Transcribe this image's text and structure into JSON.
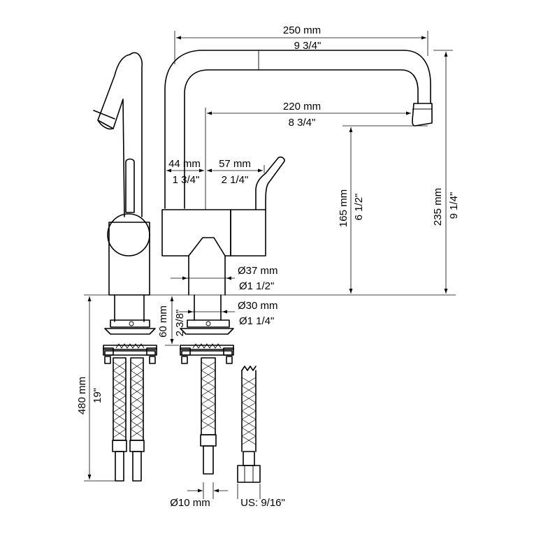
{
  "dimensions": {
    "total_length_mm": "250 mm",
    "total_length_in": "9 3/4\"",
    "reach_mm": "220 mm",
    "reach_in": "8 3/4\"",
    "offset_a_mm": "44 mm",
    "offset_a_in": "1 3/4\"",
    "offset_b_mm": "57 mm",
    "offset_b_in": "2 1/4\"",
    "spout_height_mm": "165 mm",
    "spout_height_in": "6 1/2\"",
    "total_height_mm": "235 mm",
    "total_height_in": "9 1/4\"",
    "base_dia_mm": "Ø37 mm",
    "base_dia_in": "Ø1 1/2\"",
    "shank_dia_mm": "Ø30 mm",
    "shank_dia_in": "Ø1 1/4\"",
    "shank_len_mm": "60 mm",
    "shank_len_in": "2 3/8\"",
    "hose_len_mm": "480 mm",
    "hose_len_in": "19\"",
    "hose_dia": "Ø10 mm",
    "connector": "US: 9/16\""
  }
}
